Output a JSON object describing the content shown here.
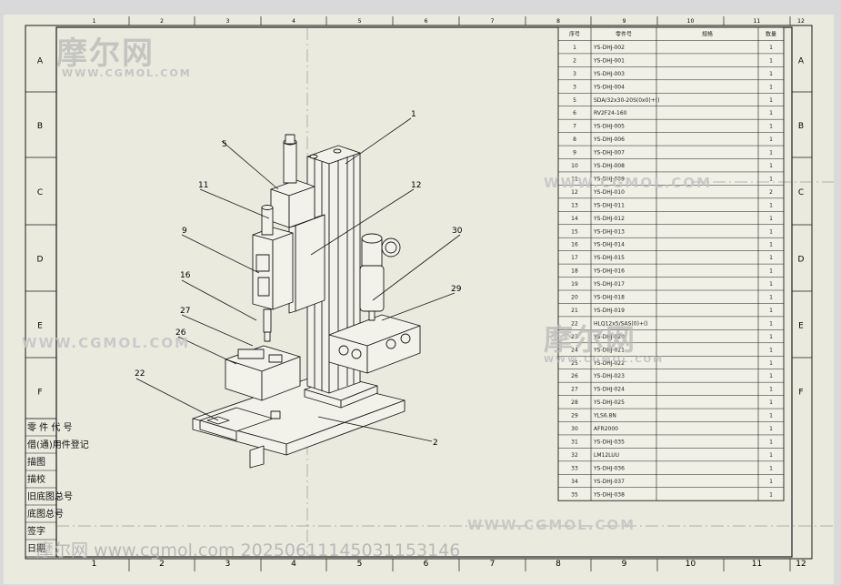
{
  "top_numbers": [
    "1",
    "2",
    "3",
    "4",
    "5",
    "6",
    "7",
    "8",
    "9",
    "10",
    "11",
    "12"
  ],
  "row_letters": [
    "A",
    "B",
    "C",
    "D",
    "E",
    "F"
  ],
  "bottom_numbers": [
    "1",
    "2",
    "3",
    "4",
    "5",
    "6",
    "7",
    "8",
    "9",
    "10",
    "11",
    "12"
  ],
  "bom": {
    "headers": [
      "序号",
      "零件号",
      "规格",
      "数量"
    ],
    "rows": [
      [
        "1",
        "YS-DHJ-002",
        "",
        "1"
      ],
      [
        "2",
        "YS-DHJ-001",
        "",
        "1"
      ],
      [
        "3",
        "YS-DHJ-003",
        "",
        "1"
      ],
      [
        "3",
        "YS-DHJ-004",
        "",
        "1"
      ],
      [
        "5",
        "SDA/32x30-20S(0x0)+()",
        "",
        "1"
      ],
      [
        "6",
        "RV2F24-160",
        "",
        "1"
      ],
      [
        "7",
        "YS-DHJ-005",
        "",
        "1"
      ],
      [
        "8",
        "YS-DHJ-006",
        "",
        "1"
      ],
      [
        "9",
        "YS-DHJ-007",
        "",
        "1"
      ],
      [
        "10",
        "YS-DHJ-008",
        "",
        "1"
      ],
      [
        "11",
        "YS-DHJ-009",
        "",
        "1"
      ],
      [
        "12",
        "YS-DHJ-010",
        "",
        "2"
      ],
      [
        "13",
        "YS-DHJ-011",
        "",
        "1"
      ],
      [
        "14",
        "YS-DHJ-012",
        "",
        "1"
      ],
      [
        "15",
        "YS-DHJ-013",
        "",
        "1"
      ],
      [
        "16",
        "YS-DHJ-014",
        "",
        "1"
      ],
      [
        "17",
        "YS-DHJ-015",
        "",
        "1"
      ],
      [
        "18",
        "YS-DHJ-016",
        "",
        "1"
      ],
      [
        "19",
        "YS-DHJ-017",
        "",
        "1"
      ],
      [
        "20",
        "YS-DHJ-018",
        "",
        "1"
      ],
      [
        "21",
        "YS-DHJ-019",
        "",
        "1"
      ],
      [
        "22",
        "HLQ12x5/SAS(0)+()",
        "",
        "1"
      ],
      [
        "23",
        "YS-DHJ-020",
        "",
        "1"
      ],
      [
        "24",
        "YS-DHJ-021",
        "",
        "1"
      ],
      [
        "25",
        "YS-DHJ-022",
        "",
        "1"
      ],
      [
        "26",
        "YS-DHJ-023",
        "",
        "1"
      ],
      [
        "27",
        "YS-DHJ-024",
        "",
        "1"
      ],
      [
        "28",
        "YS-DHJ-025",
        "",
        "1"
      ],
      [
        "29",
        "YLS6.8N",
        "",
        "1"
      ],
      [
        "30",
        "AFR2000",
        "",
        "1"
      ],
      [
        "31",
        "YS-DHJ-035",
        "",
        "1"
      ],
      [
        "32",
        "LM12LUU",
        "",
        "1"
      ],
      [
        "33",
        "YS-DHJ-036",
        "",
        "1"
      ],
      [
        "34",
        "YS-DHJ-037",
        "",
        "1"
      ],
      [
        "35",
        "YS-DHJ-038",
        "",
        "1"
      ]
    ]
  },
  "side_labels": [
    "零 件 代 号",
    "借(通)用件登记",
    "描图",
    "描校",
    "旧底图总号",
    "底图总号",
    "签字",
    "日期"
  ],
  "balloons": [
    "1",
    "5",
    "11",
    "12",
    "9",
    "30",
    "16",
    "29",
    "27",
    "26",
    "22",
    "2"
  ],
  "watermarks": {
    "logo": "摩尔网",
    "url": "WWW.CGMOL.COM",
    "footer": "摩尔网 www.cgmol.com 20250611145031153146"
  },
  "colors": {
    "paper": "#ebeadf",
    "ink": "#1a1a1a",
    "outer": "#d9d9d9"
  }
}
